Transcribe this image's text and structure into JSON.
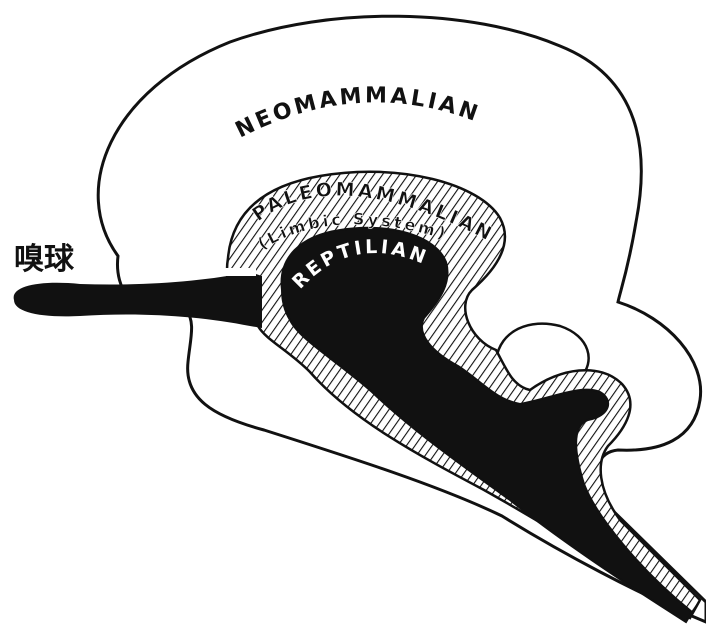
{
  "labels": {
    "olfactory_bulb": "嗅球",
    "neomammalian": "NEOMAMMALIAN",
    "paleomammalian": "PALEOMAMMALIAN",
    "limbic": "(Limbic System)",
    "reptilian": "REPTILIAN"
  },
  "colors": {
    "ink": "#111111",
    "background": "#ffffff"
  }
}
